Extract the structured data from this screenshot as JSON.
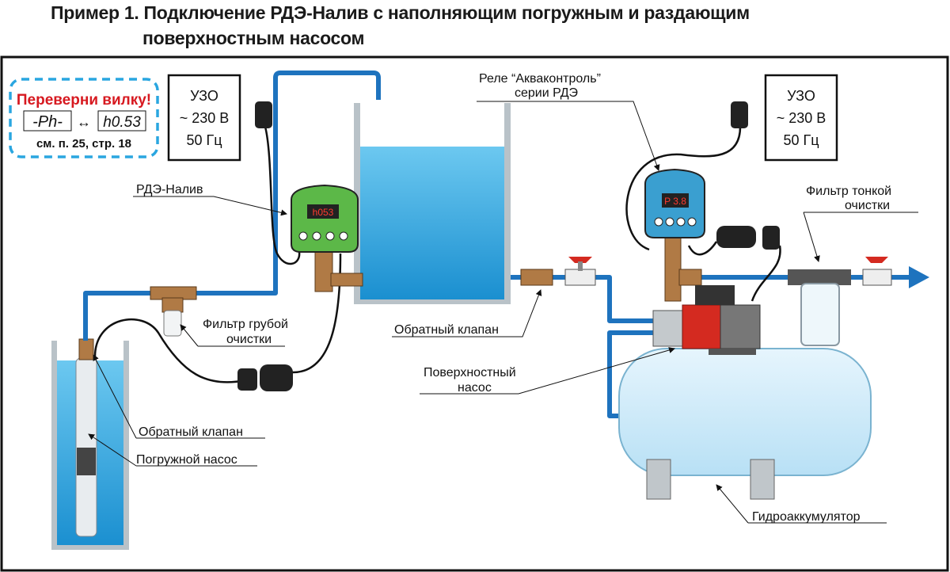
{
  "title": {
    "line1": "Пример 1. Подключение РДЭ-Налив с наполняющим погружным и раздающим",
    "line2": "поверхностным насосом"
  },
  "notice": {
    "heading": "Переверни вилку!",
    "display_a": "-Ph-",
    "arrow": "↔",
    "display_b": "h0.53",
    "reference": "см. п. 25, стр. 18"
  },
  "uzo_left": {
    "line1": "УЗО",
    "line2": "~ 230 В",
    "line3": "50 Гц"
  },
  "uzo_right": {
    "line1": "УЗО",
    "line2": "~ 230 В",
    "line3": "50 Гц"
  },
  "labels": {
    "rde_naliv": "РДЭ-Налив",
    "relay_line1": "Реле “Акваконтроль”",
    "relay_line2": "серии РДЭ",
    "fine_filter_line1": "Фильтр тонкой",
    "fine_filter_line2": "очистки",
    "coarse_filter_line1": "Фильтр грубой",
    "coarse_filter_line2": "очистки",
    "check_valve_right": "Обратный клапан",
    "surface_pump_line1": "Поверхностный",
    "surface_pump_line2": "насос",
    "check_valve_left": "Обратный клапан",
    "submersible_pump": "Погружной насос",
    "accumulator": "Гидроаккумулятор"
  },
  "devices": {
    "green_display": "h053",
    "blue_display": "P 3.8"
  },
  "colors": {
    "pipe": "#1e73be",
    "water": "#35a8e0",
    "notice_red": "#d71920",
    "dashed_border": "#2aa6e0",
    "controller_green": "#5cb848",
    "relay_blue": "#3a9fd0",
    "pump_red": "#d42a20",
    "accumulator": "#d6eefa",
    "brass": "#b07a45"
  }
}
